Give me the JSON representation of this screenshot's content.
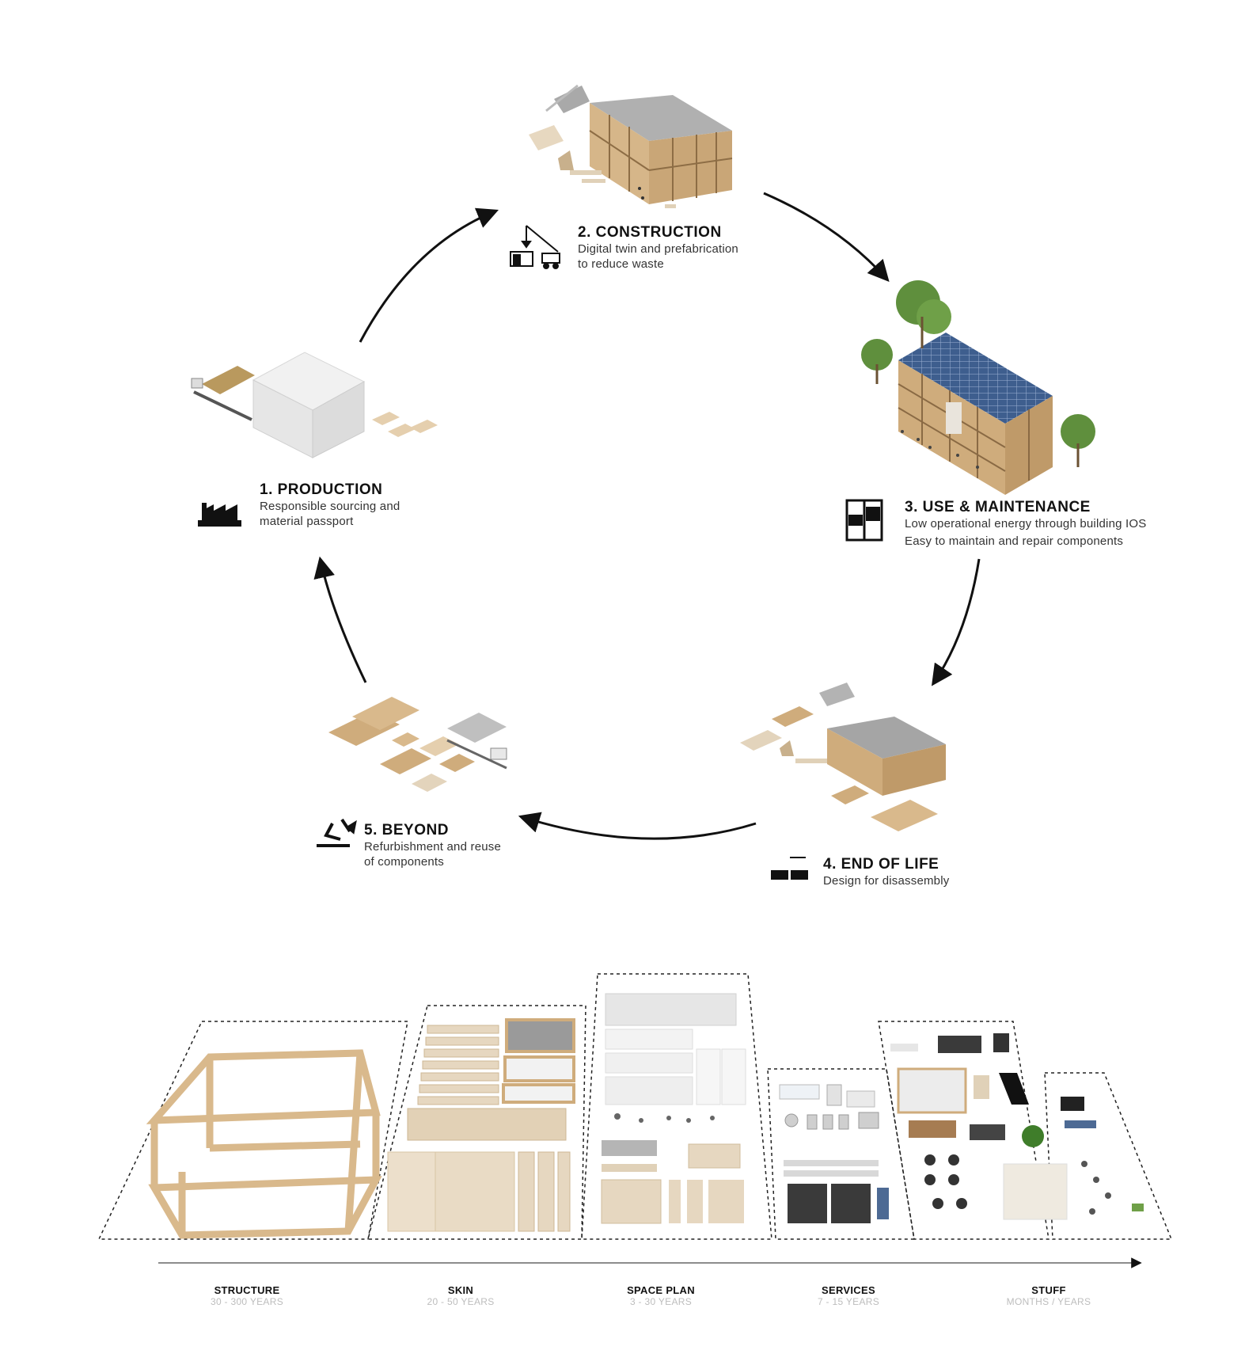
{
  "cycle": {
    "stages": [
      {
        "id": "production",
        "title": "1. PRODUCTION",
        "lines": [
          "Responsible sourcing and",
          "material passport"
        ]
      },
      {
        "id": "construction",
        "title": "2. CONSTRUCTION",
        "lines": [
          "Digital twin and prefabrication",
          "to reduce waste"
        ]
      },
      {
        "id": "use",
        "title": "3. USE & MAINTENANCE",
        "lines": [
          "Low operational energy through building IOS",
          "Easy to maintain and repair components"
        ]
      },
      {
        "id": "end-of-life",
        "title": "4. END OF LIFE",
        "lines": [
          "Design for disassembly"
        ]
      },
      {
        "id": "beyond",
        "title": "5. BEYOND",
        "lines": [
          "Refurbishment and reuse",
          "of components"
        ]
      }
    ]
  },
  "layers": [
    {
      "name": "STRUCTURE",
      "lifespan": "30 - 300 YEARS"
    },
    {
      "name": "SKIN",
      "lifespan": "20 - 50 YEARS"
    },
    {
      "name": "SPACE PLAN",
      "lifespan": "3 - 30 YEARS"
    },
    {
      "name": "SERVICES",
      "lifespan": "7 - 15 YEARS"
    },
    {
      "name": "STUFF",
      "lifespan": "MONTHS / YEARS"
    }
  ],
  "colors": {
    "wood": "#d9b98c",
    "wood_light": "#eadcc6",
    "concrete": "#9a9a9a",
    "arrow": "#111111",
    "lifespan_text": "#bdbdbd"
  }
}
